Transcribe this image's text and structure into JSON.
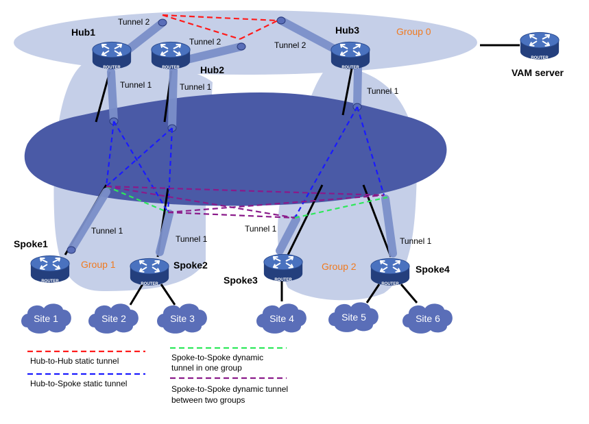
{
  "colors": {
    "group_fill": "#c5cfe8",
    "network_fill": "#4a5aa6",
    "tunnel_tube": "#7b8fc9",
    "router_body": "#3d63ad",
    "router_dark": "#243f7d",
    "site_cloud": "#5a6eb8",
    "hub_hub": "#ff1a1a",
    "hub_spoke": "#1a1aff",
    "spoke_same_group": "#2ee85a",
    "spoke_between_groups": "#8a1a8a",
    "group_label": "#f07a1f"
  },
  "groups": [
    {
      "id": "group0",
      "label": "Group 0"
    },
    {
      "id": "group1",
      "label": "Group 1"
    },
    {
      "id": "group2",
      "label": "Group 2"
    }
  ],
  "router_tag": "ROUTER",
  "nodes": [
    {
      "id": "hub1",
      "label": "Hub1"
    },
    {
      "id": "hub2",
      "label": "Hub2"
    },
    {
      "id": "hub3",
      "label": "Hub3"
    },
    {
      "id": "vam",
      "label": "VAM server"
    },
    {
      "id": "spoke1",
      "label": "Spoke1"
    },
    {
      "id": "spoke2",
      "label": "Spoke2"
    },
    {
      "id": "spoke3",
      "label": "Spoke3"
    },
    {
      "id": "spoke4",
      "label": "Spoke4"
    }
  ],
  "sites": [
    "Site 1",
    "Site 2",
    "Site 3",
    "Site 4",
    "Site 5",
    "Site 6"
  ],
  "tunnel_labels": {
    "tunnel1": "Tunnel 1",
    "tunnel2": "Tunnel 2"
  },
  "legend": [
    {
      "id": "hub-hub",
      "text": [
        "Hub-to-Hub  static tunnel"
      ]
    },
    {
      "id": "hub-spoke",
      "text": [
        "Hub-to-Spoke  static tunnel"
      ]
    },
    {
      "id": "spoke-same",
      "text": [
        "Spoke-to-Spoke  dynamic",
        "tunnel in one group"
      ]
    },
    {
      "id": "spoke-between",
      "text": [
        "Spoke-to-Spoke  dynamic tunnel",
        "between two groups"
      ]
    }
  ]
}
